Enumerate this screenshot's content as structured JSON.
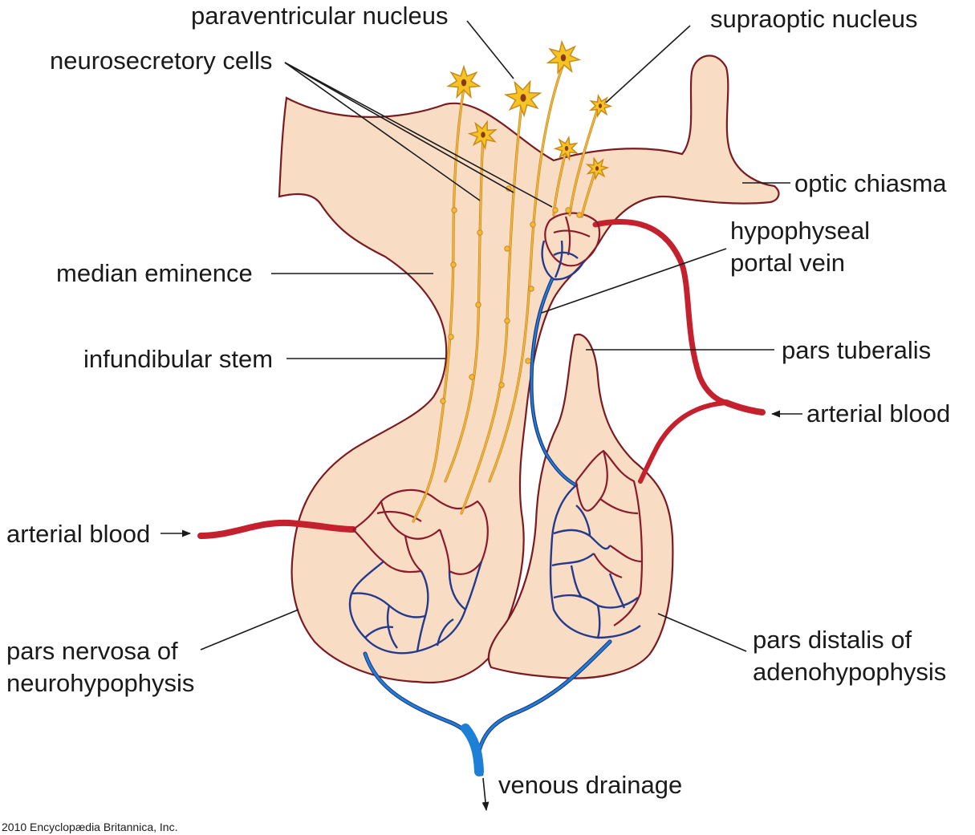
{
  "labels": {
    "paraventricular_nucleus": "paraventricular nucleus",
    "supraoptic_nucleus": "supraoptic nucleus",
    "neurosecretory_cells": "neurosecretory cells",
    "optic_chiasma": "optic chiasma",
    "hypophyseal_portal_vein_line1": "hypophyseal",
    "hypophyseal_portal_vein_line2": "portal vein",
    "median_eminence": "median eminence",
    "infundibular_stem": "infundibular stem",
    "pars_tuberalis": "pars tuberalis",
    "arterial_blood_right": "arterial blood",
    "arterial_blood_left": "arterial blood",
    "pars_nervosa_line1": "pars nervosa of",
    "pars_nervosa_line2": "neurohypophysis",
    "pars_distalis_line1": "pars distalis of",
    "pars_distalis_line2": "adenohypophysis",
    "venous_drainage": "venous drainage"
  },
  "credit": "2010 Encyclopædia Britannica, Inc.",
  "colors": {
    "tissue": "#f9dcc4",
    "tissue_outline": "#7a1b22",
    "artery": "#c4202e",
    "capillary_red": "#8b1a2a",
    "capillary_blue": "#253a8c",
    "vein": "#1e7fd6",
    "neuron": "#f6c323",
    "axon": "#c98a1c"
  }
}
